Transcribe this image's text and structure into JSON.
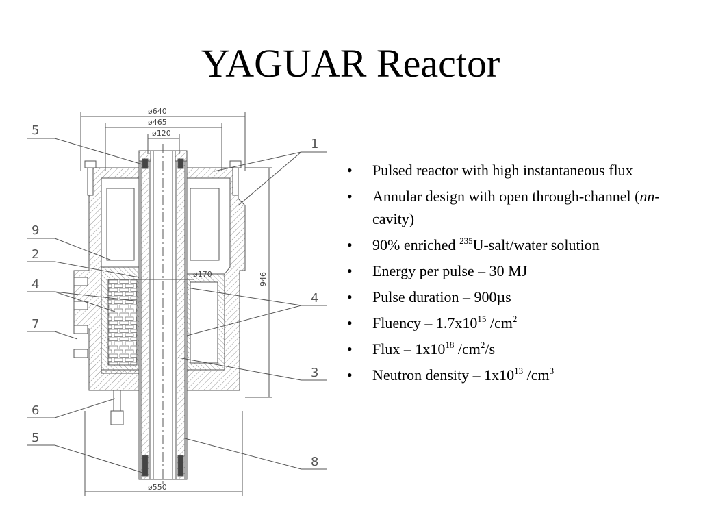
{
  "slide": {
    "title": "YAGUAR Reactor"
  },
  "bullets": [
    {
      "a": "Pulsed reactor with high instantaneous flux"
    },
    {
      "a": "Annular design with open through-channel (",
      "em": "nn",
      "b": "-cavity)"
    },
    {
      "a": "90% enriched ",
      "sup1": "235",
      "b": "U-salt/water solution"
    },
    {
      "a": "Energy per pulse – 30 MJ"
    },
    {
      "a": "Pulse duration – 900µs"
    },
    {
      "a": "Fluency – 1.7x10",
      "sup1": "15",
      "b": " /cm",
      "sup2": "2"
    },
    {
      "a": "Flux – 1x10",
      "sup1": "18",
      "b": " /cm",
      "sup2": "2",
      "c": "/s"
    },
    {
      "a": "Neutron density – 1x10",
      "sup1": "13",
      "b": " /cm",
      "sup2": "3"
    }
  ],
  "diagram": {
    "dims": {
      "d640": "ø640",
      "d465": "ø465",
      "d120": "ø120",
      "d170": "ø170",
      "d550": "ø550",
      "h946": "946"
    },
    "callouts": {
      "c5a": "5",
      "c1": "1",
      "c9": "9",
      "c2": "2",
      "c4a": "4",
      "c4b": "4",
      "c7": "7",
      "c3": "3",
      "c6": "6",
      "c5b": "5",
      "c8": "8"
    }
  }
}
